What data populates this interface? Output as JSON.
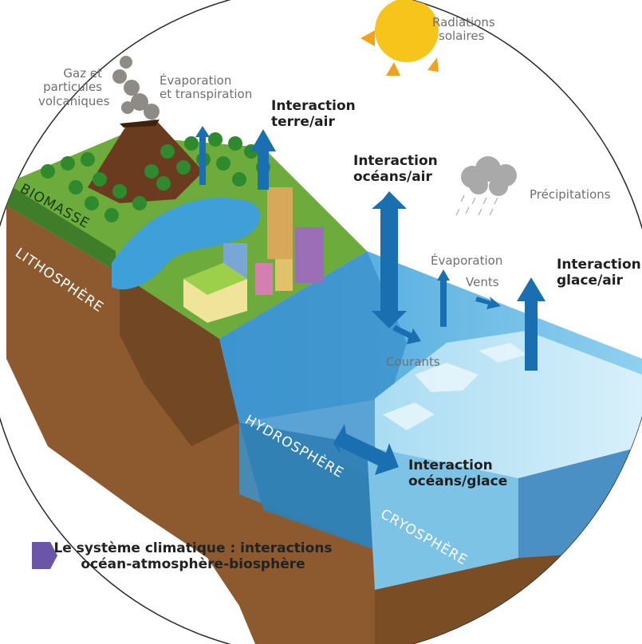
{
  "title": "Le système climatique : interactions océan-atmosphère-biosphère",
  "caption": {
    "line1": "Le système climatique : interactions",
    "line2": "océan-atmosphère-biosphère"
  },
  "spheres": {
    "biomasse": "BIOMASSE",
    "lithosphere": "LITHOSPHÈRE",
    "hydrosphere": "HYDROSPHÈRE",
    "cryosphere": "CRYOSPHÈRE"
  },
  "labels": {
    "radiations": [
      "Radiations",
      "solaires"
    ],
    "gaz": [
      "Gaz et",
      "particules",
      "volcaniques"
    ],
    "evaporation_transpiration": [
      "Évaporation",
      "et transpiration"
    ],
    "precipitations": "Précipitations",
    "evaporation": "Évaporation",
    "vents": "Vents",
    "courants": "Courants"
  },
  "interactions": {
    "terre_air": [
      "Interaction",
      "terre/air"
    ],
    "oceans_air": [
      "Interaction",
      "océans/air"
    ],
    "glace_air": [
      "Interaction",
      "glace/air"
    ],
    "oceans_glace": [
      "Interaction",
      "océans/glace"
    ]
  },
  "colors": {
    "arrow": "#1a6fb0",
    "grass": "#6cab3c",
    "soil": "#8c5a2e",
    "soil_dark": "#6b4220",
    "ocean": "#4aa3d8",
    "ocean_deep": "#2f7fb5",
    "ice": "#8ec9e6",
    "sun": "#f7c41b",
    "accent_tab": "#6a55a8"
  }
}
